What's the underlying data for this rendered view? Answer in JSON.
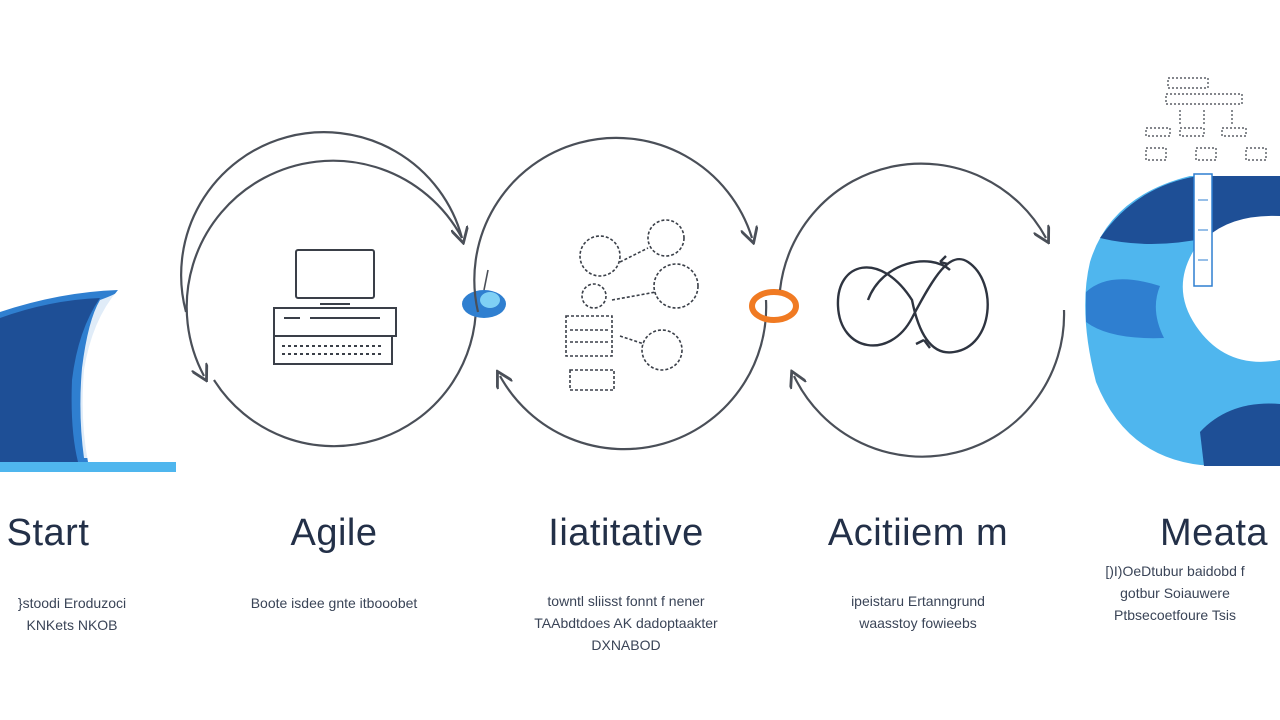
{
  "stages": [
    {
      "title": "Start",
      "icon": "wave-shape-icon",
      "desc": [
        "}stoodi Eroduzoci",
        "KNKets NKOB"
      ]
    },
    {
      "title": "Agile",
      "icon": "computer-icon",
      "desc": [
        "Boote isdee gnte itbooobet"
      ]
    },
    {
      "title": "Iiatitative",
      "icon": "team-network-icon",
      "desc": [
        "towntl sliisst fonnt f nener",
        "TAAbdtdoes AK dadoptaakter",
        "DXNABOD"
      ]
    },
    {
      "title": "Acitiiem m",
      "icon": "infinity-loop-icon",
      "desc": [
        "ipeistaru Ertanngrund",
        "waasstoy fowieebs"
      ]
    },
    {
      "title": "Meata",
      "icon": "cloud-hierarchy-icon",
      "desc": [
        "[)I)OeDtubur baidobd f",
        "gotbur Soiauwere",
        "Ptbsecoetfoure Tsis"
      ]
    }
  ],
  "connectors": [
    {
      "name": "blue-node-icon",
      "color": "#2f7fd0"
    },
    {
      "name": "orange-node-icon",
      "color": "#f07a22"
    }
  ],
  "colors": {
    "dark_blue": "#1e4f96",
    "mid_blue": "#2f7fd0",
    "light_blue": "#4fb6ee",
    "orange": "#f07a22",
    "line": "#4a4f58"
  }
}
